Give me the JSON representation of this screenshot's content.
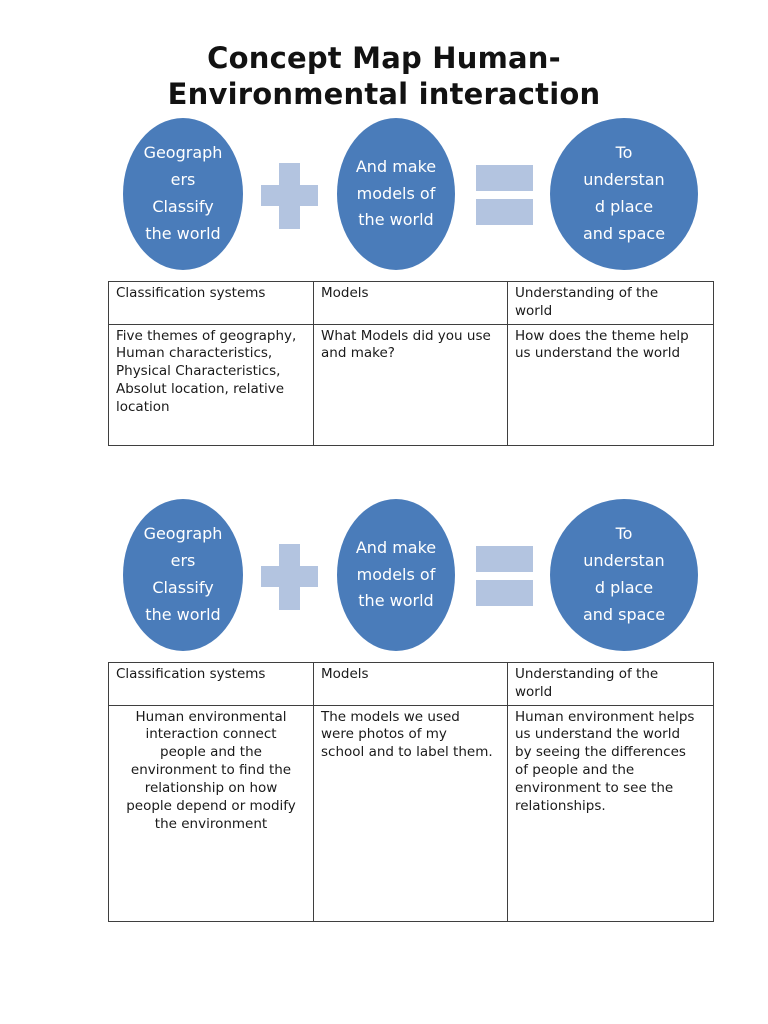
{
  "title": "Concept Map Human-\nEnvironmental interaction",
  "colors": {
    "ellipse_fill": "#4a7cba",
    "operator_fill": "#b3c4e0",
    "table_border": "#3f3f3f",
    "ellipse_text": "#ffffff",
    "page_background": "#ffffff"
  },
  "diagram": {
    "ellipse_classify": "Geograph\ners\nClassify\nthe world",
    "plus_icon": "plus",
    "ellipse_models": "And make\nmodels of\nthe world",
    "equals_icon": "equals",
    "ellipse_understand": "To\nunderstan\nd place\nand space"
  },
  "table1": {
    "headers": [
      "Classification systems",
      "Models",
      "Understanding of the\nworld"
    ],
    "row": [
      "Five themes of geography,\nHuman characteristics,\nPhysical Characteristics,\nAbsolut location, relative\nlocation",
      "What Models did you use\nand make?",
      "How does the theme help\nus understand the world"
    ]
  },
  "table2": {
    "headers": [
      "Classification systems",
      "Models",
      "Understanding of the\nworld"
    ],
    "row": [
      "Human environmental\ninteraction connect\npeople and the\nenvironment to find the\nrelationship on how\npeople depend or modify\nthe environment",
      "The models we used\nwere photos of my\nschool and to label them.",
      "Human environment helps\nus understand the world\nby seeing the differences\nof people and the\nenvironment to see the\nrelationships."
    ]
  }
}
